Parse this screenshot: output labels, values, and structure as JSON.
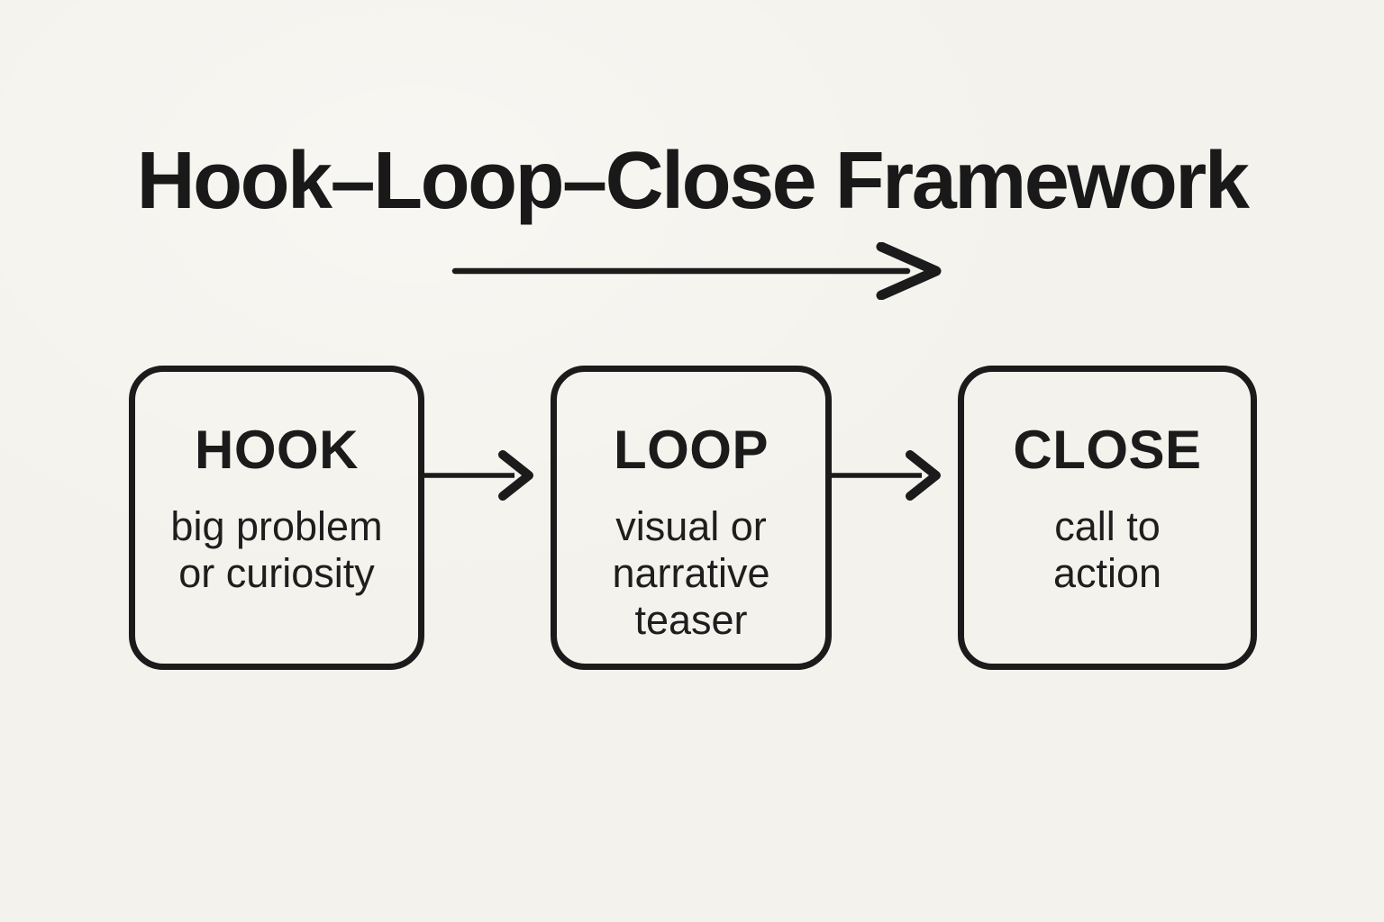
{
  "colors": {
    "background": "#f4f2ec",
    "ink": "#1b1b1b"
  },
  "title": {
    "text": "Hook–Loop–Close Framework"
  },
  "flow": {
    "direction_icon": "right-arrow",
    "nodes": [
      {
        "id": "hook",
        "label": "HOOK",
        "description": "big problem\nor curiosity"
      },
      {
        "id": "loop",
        "label": "LOOP",
        "description": "visual or\nnarrative\nteaser"
      },
      {
        "id": "close",
        "label": "CLOSE",
        "description": "call to\naction"
      }
    ],
    "connectors": [
      {
        "from": "hook",
        "to": "loop",
        "icon": "right-arrow"
      },
      {
        "from": "loop",
        "to": "close",
        "icon": "right-arrow"
      }
    ]
  }
}
